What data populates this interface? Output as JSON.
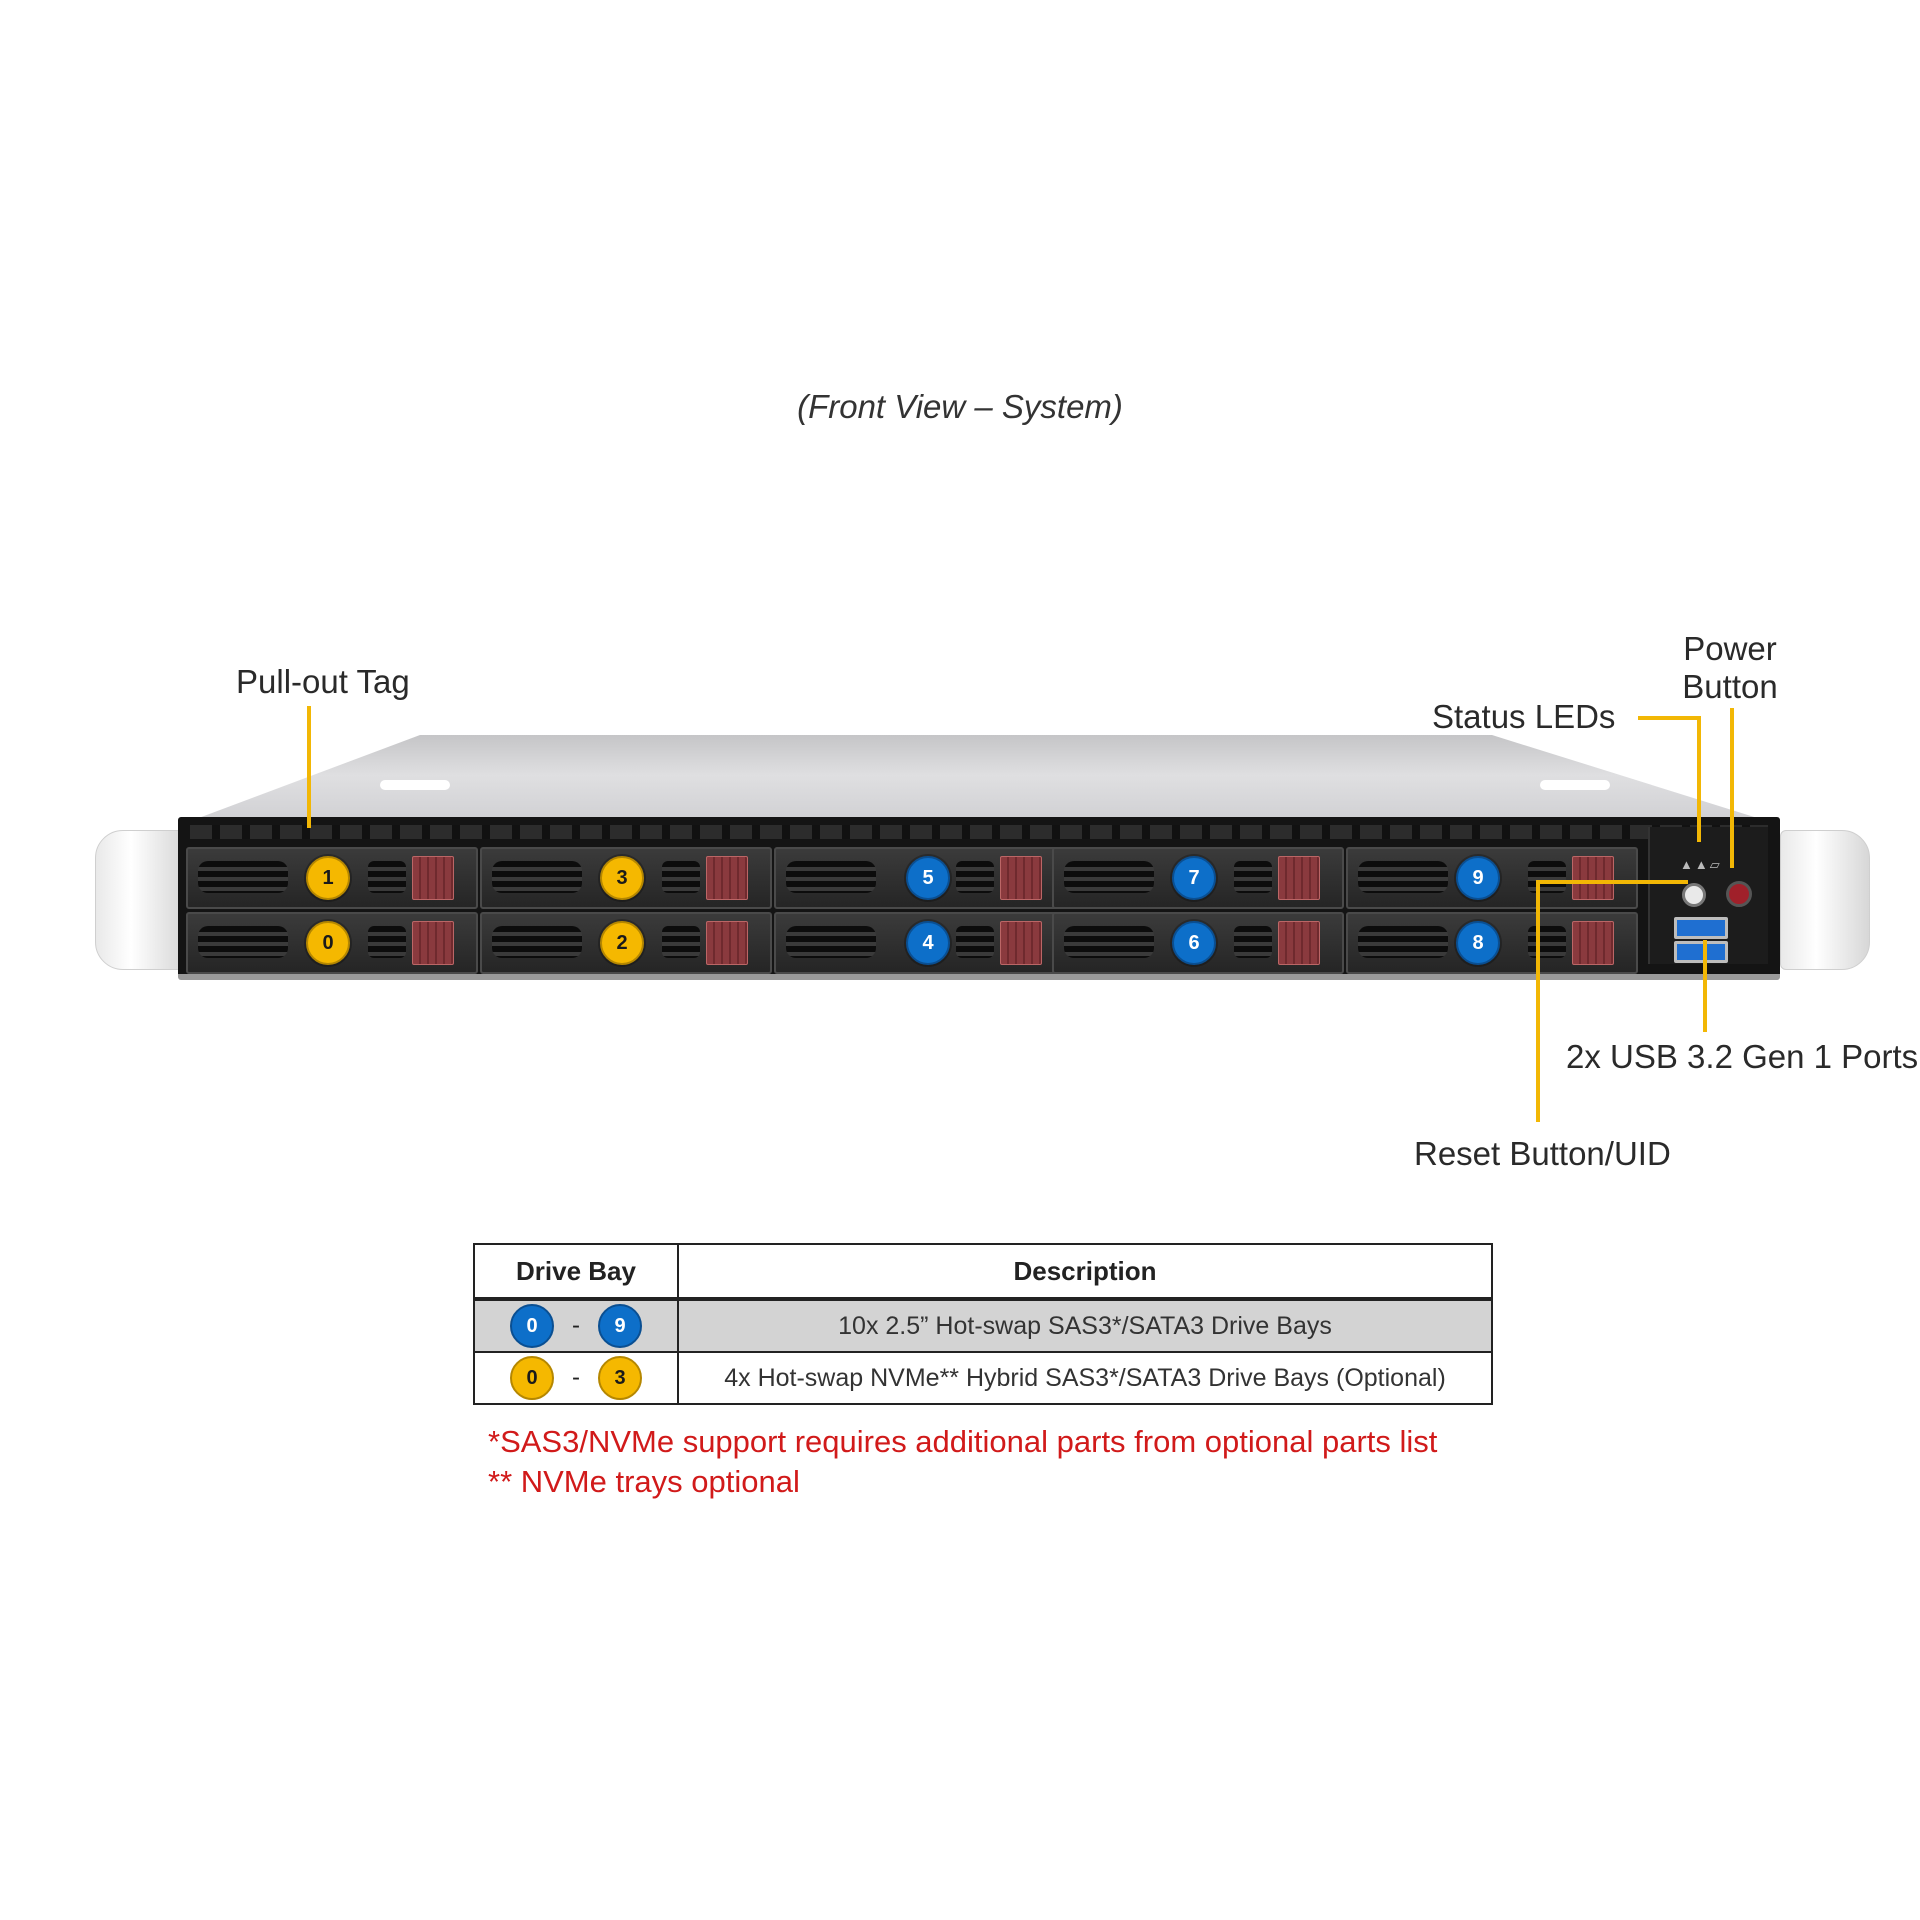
{
  "caption": "(Front View – System)",
  "callouts": {
    "pull_out_tag": "Pull-out  Tag",
    "power_button_line1": "Power",
    "power_button_line2": "Button",
    "status_leds": "Status  LEDs",
    "usb_ports": "2x  USB  3.2  Gen  1  Ports",
    "reset_button": "Reset Button/UID"
  },
  "drive_bays": {
    "top_row": [
      {
        "label": "1",
        "color": "yellow"
      },
      {
        "label": "3",
        "color": "yellow"
      },
      {
        "label": "5",
        "color": "blue"
      },
      {
        "label": "7",
        "color": "blue"
      },
      {
        "label": "9",
        "color": "blue"
      }
    ],
    "bottom_row": [
      {
        "label": "0",
        "color": "yellow"
      },
      {
        "label": "2",
        "color": "yellow"
      },
      {
        "label": "4",
        "color": "blue"
      },
      {
        "label": "6",
        "color": "blue"
      },
      {
        "label": "8",
        "color": "blue"
      }
    ]
  },
  "colors": {
    "leader_line": "#f2b705",
    "badge_yellow": "#f5b800",
    "badge_blue": "#0d6fc9",
    "note_red": "#d11a1a",
    "row_shade": "#d3d3d3"
  },
  "table": {
    "header_bay": "Drive Bay",
    "header_desc": "Description",
    "rows": [
      {
        "from": "0",
        "to": "9",
        "color": "blue",
        "sep": "-",
        "description": "10x  2.5”  Hot-swap  SAS3*/SATA3  Drive  Bays"
      },
      {
        "from": "0",
        "to": "3",
        "color": "yellow",
        "sep": "-",
        "description": "4x  Hot-swap  NVMe**  Hybrid  SAS3*/SATA3  Drive  Bays (Optional)"
      }
    ]
  },
  "notes": {
    "line1": "*SAS3/NVMe  support  requires  additional  parts  from  optional  parts  list",
    "line2": "**  NVMe  trays  optional"
  }
}
